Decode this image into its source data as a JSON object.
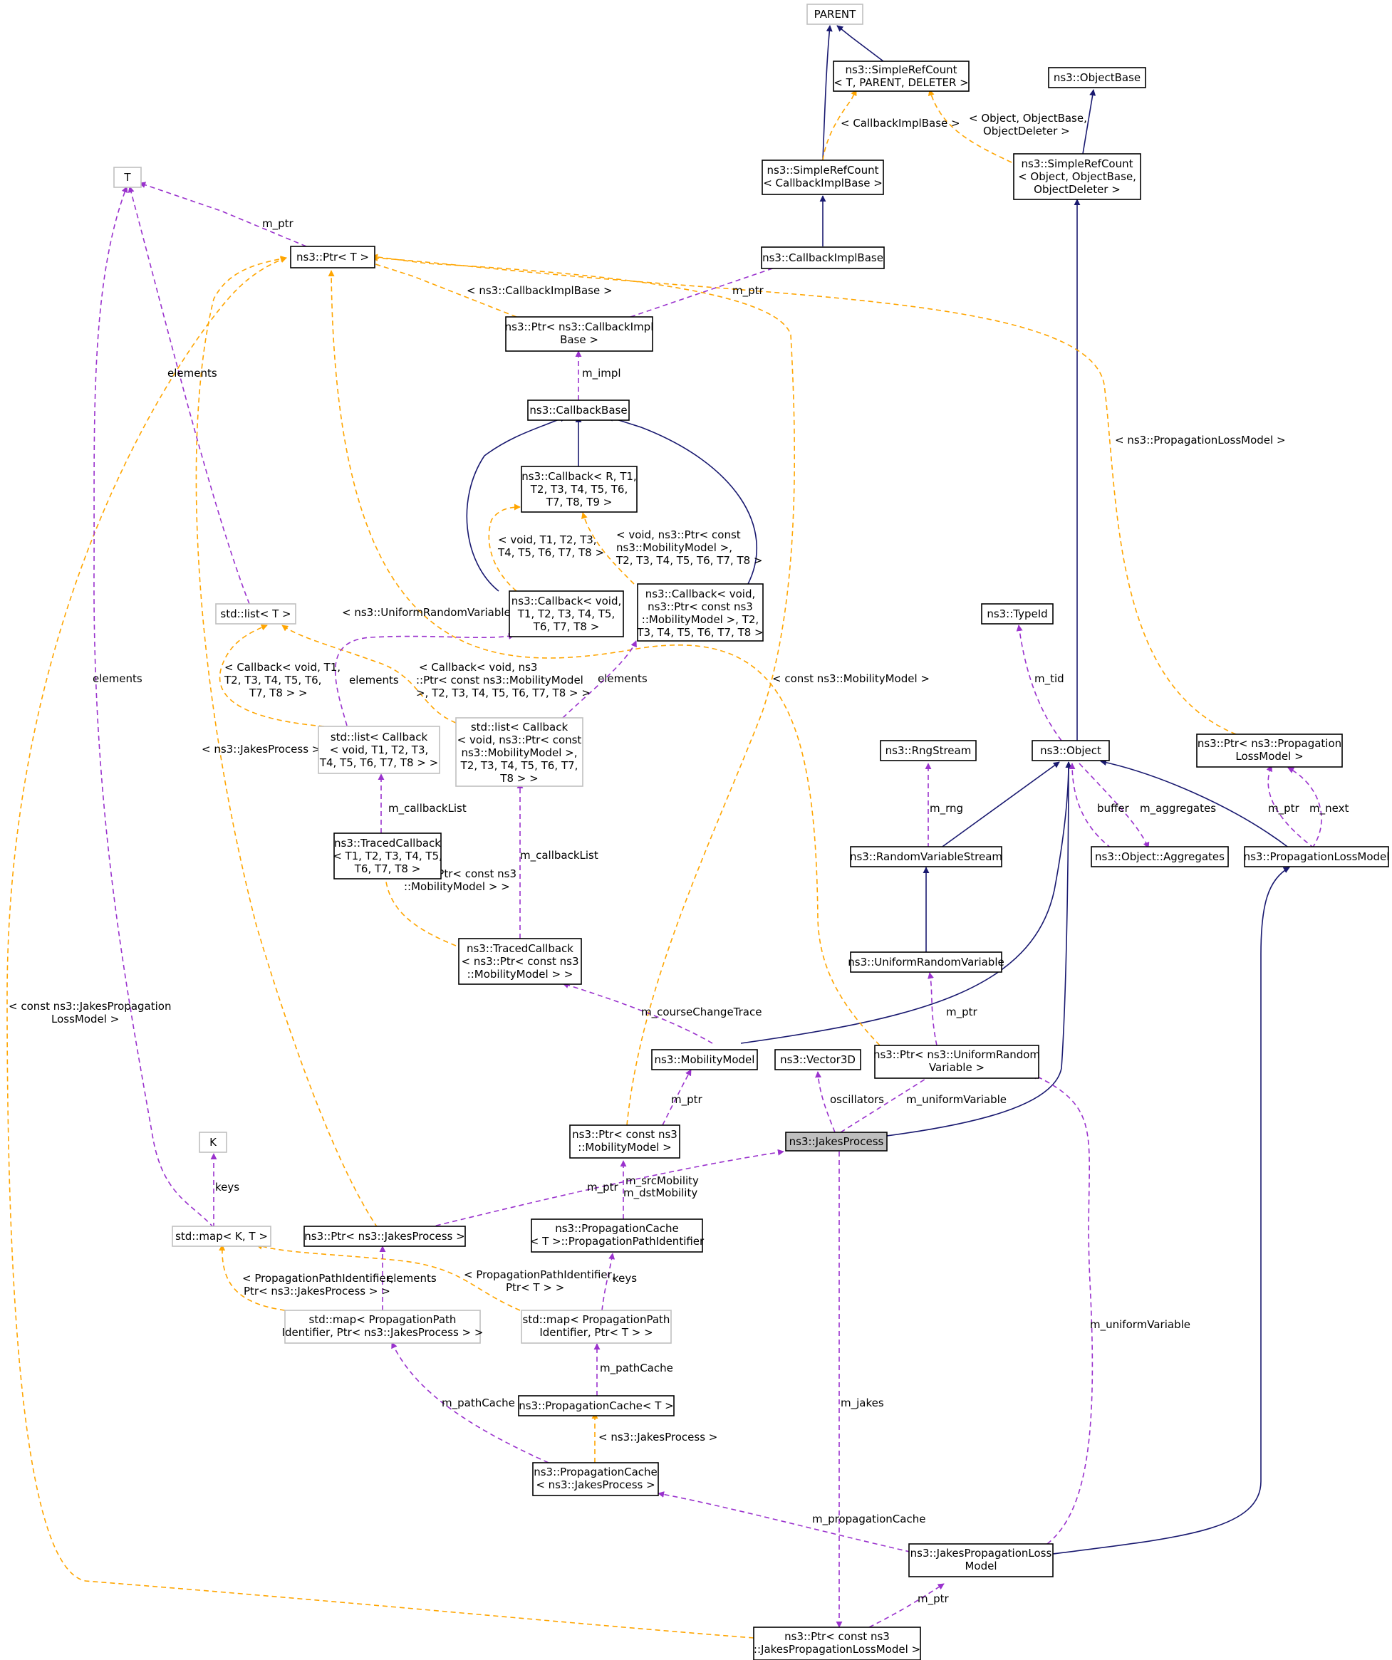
{
  "colors": {
    "inherit": "#191970",
    "member": "#9a32cd",
    "template": "#ffa500",
    "focus_fill": "#bfbfbf",
    "external_border": "#bfbfbf"
  },
  "nodes": {
    "parent": "PARENT",
    "simple_refcount_generic": [
      "ns3::SimpleRefCount",
      "< T, PARENT, DELETER >"
    ],
    "object_base": "ns3::ObjectBase",
    "simple_refcount_cib": [
      "ns3::SimpleRefCount",
      "< CallbackImplBase >"
    ],
    "simple_refcount_object": [
      "ns3::SimpleRefCount",
      "< Object, ObjectBase,",
      "ObjectDeleter >"
    ],
    "t_param": "T",
    "ptr_t": "ns3::Ptr< T >",
    "callback_impl_base": "ns3::CallbackImplBase",
    "ptr_callback_impl": [
      "ns3::Ptr< ns3::CallbackImpl",
      "Base >"
    ],
    "callback_base": "ns3::CallbackBase",
    "callback_generic": [
      "ns3::Callback< R, T1,",
      "T2, T3, T4, T5, T6,",
      "T7, T8, T9 >"
    ],
    "std_list_t": "std::list< T >",
    "callback_void": [
      "ns3::Callback< void,",
      "T1, T2, T3, T4, T5,",
      "T6, T7, T8 >"
    ],
    "callback_void_mobility": [
      "ns3::Callback< void,",
      "ns3::Ptr< const ns3",
      "::MobilityModel >, T2,",
      "T3, T4, T5, T6, T7, T8 >"
    ],
    "type_id": "ns3::TypeId",
    "std_list_callback": [
      "std::list< Callback",
      "< void, T1, T2, T3,",
      "T4, T5, T6, T7, T8 > >"
    ],
    "std_list_callback_mobility": [
      "std::list< Callback",
      "< void, ns3::Ptr< const",
      "ns3::MobilityModel >,",
      "T2, T3, T4, T5, T6, T7,",
      "T8 > >"
    ],
    "rng_stream": "ns3::RngStream",
    "object": "ns3::Object",
    "ptr_propagation_loss": [
      "ns3::Ptr< ns3::Propagation",
      "LossModel >"
    ],
    "traced_callback_generic": [
      "ns3::TracedCallback",
      "< T1, T2, T3, T4, T5,",
      "T6, T7, T8 >"
    ],
    "random_variable_stream": "ns3::RandomVariableStream",
    "object_aggregates": "ns3::Object::Aggregates",
    "propagation_loss_model": "ns3::PropagationLossModel",
    "traced_callback_mobility": [
      "ns3::TracedCallback",
      "< ns3::Ptr< const ns3",
      "::MobilityModel > >"
    ],
    "uniform_random_variable": "ns3::UniformRandomVariable",
    "mobility_model": "ns3::MobilityModel",
    "vector3d": "ns3::Vector3D",
    "ptr_uniform_random_variable": [
      "ns3::Ptr< ns3::UniformRandom",
      "Variable >"
    ],
    "ptr_const_mobility": [
      "ns3::Ptr< const ns3",
      "::MobilityModel >"
    ],
    "jakes_process": "ns3::JakesProcess",
    "k_param": "K",
    "std_map_kt": "std::map< K, T >",
    "ptr_jakes_process": "ns3::Ptr< ns3::JakesProcess >",
    "propagation_cache_identifier": [
      "ns3::PropagationCache",
      "< T >::PropagationPathIdentifier"
    ],
    "std_map_jakes": [
      "std::map< PropagationPath",
      "Identifier, Ptr< ns3::JakesProcess > >"
    ],
    "std_map_path_t": [
      "std::map< PropagationPath",
      "Identifier, Ptr< T > >"
    ],
    "propagation_cache_t": "ns3::PropagationCache< T >",
    "propagation_cache_jakes": [
      "ns3::PropagationCache",
      "< ns3::JakesProcess >"
    ],
    "jakes_propagation_loss_model": [
      "ns3::JakesPropagationLoss",
      "Model"
    ],
    "ptr_const_jakes_loss_model": [
      "ns3::Ptr< const ns3",
      "::JakesPropagationLossModel >"
    ]
  },
  "edge_labels": {
    "cib_template": "< CallbackImplBase >",
    "object_template": [
      "< Object, ObjectBase,",
      "ObjectDeleter >"
    ],
    "m_ptr_t": "m_ptr",
    "cib_ptr_template": "< ns3::CallbackImplBase >",
    "m_ptr_cib": "m_ptr",
    "elements_t": "elements",
    "m_impl": "m_impl",
    "propagation_loss_template": "< ns3::PropagationLossModel >",
    "callback_void_template": [
      "< void, T1, T2, T3,",
      "T4, T5, T6, T7, T8 >"
    ],
    "callback_mobility_template": [
      "< void, ns3::Ptr< const",
      "ns3::MobilityModel >,",
      "T2, T3, T4, T5, T6, T7, T8 >"
    ],
    "uniform_template": "< ns3::UniformRandomVariable >",
    "list_callback_template": [
      "< Callback< void, T1,",
      "T2, T3, T4, T5, T6,",
      "T7, T8 > >"
    ],
    "elements_cb": "elements",
    "list_callback_mobility_template": [
      "< Callback< void, ns3",
      "::Ptr< const ns3::MobilityModel",
      ">, T2, T3, T4, T5, T6, T7, T8 > >"
    ],
    "elements_cbm": "elements",
    "const_mobility_template": "< const ns3::MobilityModel >",
    "m_tid": "m_tid",
    "elements_left": "elements",
    "jakes_template": "< ns3::JakesProcess >",
    "m_callback_list_a": "m_callbackList",
    "m_callback_list_b": "m_callbackList",
    "m_rng": "m_rng",
    "buffer": "buffer",
    "m_aggregates": "m_aggregates",
    "m_ptr_plm": "m_ptr",
    "m_next": "m_next",
    "traced_template": [
      "< ns3::Ptr< const ns3",
      "::MobilityModel > >"
    ],
    "const_jakes_loss_template": [
      "< const ns3::JakesPropagation",
      "LossModel >"
    ],
    "m_course_change_trace": "m_courseChangeTrace",
    "m_ptr_urv": "m_ptr",
    "oscillators": "oscillators",
    "m_uniform_variable_a": "m_uniformVariable",
    "m_ptr_mm": "m_ptr",
    "keys_k": "keys",
    "m_ptr_jp": "m_ptr",
    "m_src_mobility": "m_srcMobility",
    "m_dst_mobility": "m_dstMobility",
    "map_jakes_template": [
      "< PropagationPathIdentifier,",
      "Ptr< ns3::JakesProcess > >"
    ],
    "elements_map": "elements",
    "map_path_template": [
      "< PropagationPathIdentifier,",
      "Ptr< T > >"
    ],
    "keys_id": "keys",
    "m_uniform_variable_b": "m_uniformVariable",
    "m_path_cache_t": "m_pathCache",
    "m_path_cache_jakes": "m_pathCache",
    "m_jakes": "m_jakes",
    "cache_jakes_template": "< ns3::JakesProcess >",
    "m_propagation_cache": "m_propagationCache",
    "m_ptr_jplm": "m_ptr"
  }
}
